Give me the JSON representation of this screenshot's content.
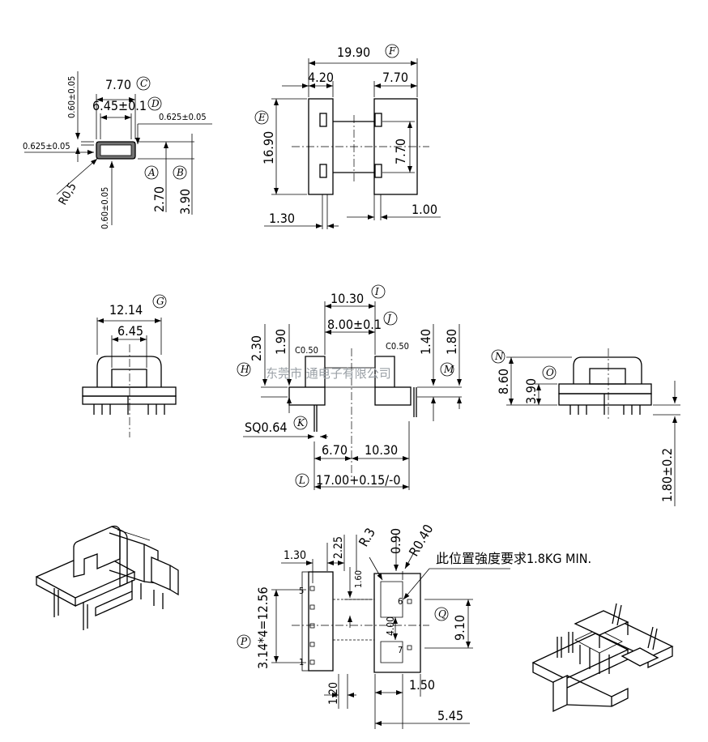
{
  "dims": {
    "c_770": "7.70",
    "d_645": "6.45±0.1",
    "e_060a": "0.60±0.05",
    "e_0625r": "0.625±0.05",
    "e_0625l": "0.625±0.05",
    "r05": "R0,5",
    "e_060b": "0.60±0.05",
    "a_270": "2.70",
    "b_390": "3.90",
    "f_1990": "19.90",
    "w_420": "4.20",
    "w_770": "7.70",
    "e_1690": "16.90",
    "h_770": "7.70",
    "b_130": "1.30",
    "b_100": "1.00",
    "g_1214": "12.14",
    "g_645": "6.45",
    "i_1030": "10.30",
    "j_800": "8.00±0.1",
    "h_230": "2.30",
    "h_190": "1.90",
    "h_140": "1.40",
    "h_180": "1.80",
    "c050a": "C0.50",
    "c050b": "C0.50",
    "sq064": "SQ0.64",
    "b_670": "6.70",
    "b_1030": "10.30",
    "l_1700": "17.00+0.15/-0",
    "n_860": "8.60",
    "o_390": "3.90",
    "p_180": "1.80±0.2",
    "r_130": "1.30",
    "r_225": "2.25",
    "r_r3": "R.3",
    "r_090": "0.90",
    "r_r040": "R0.40",
    "note": "此位置強度要求1.8KG MIN.",
    "r_160": "1.60",
    "p_pitch": "3.14*4=12.56",
    "r_400": "4.00",
    "q_910": "9.10",
    "r_120": "1.20",
    "r_150": "1.50",
    "r_545": "5.45",
    "pin5": "5",
    "pin1": "1",
    "pin6": "6",
    "pin7": "7"
  },
  "letters": {
    "A": "A",
    "B": "B",
    "C": "C",
    "D": "D",
    "E": "E",
    "F": "F",
    "G": "G",
    "H": "H",
    "I": "I",
    "J": "J",
    "K": "K",
    "L": "L",
    "M": "M",
    "N": "N",
    "O": "O",
    "P": "P",
    "Q": "Q"
  },
  "watermark": "东莞市   通电子有限公司"
}
